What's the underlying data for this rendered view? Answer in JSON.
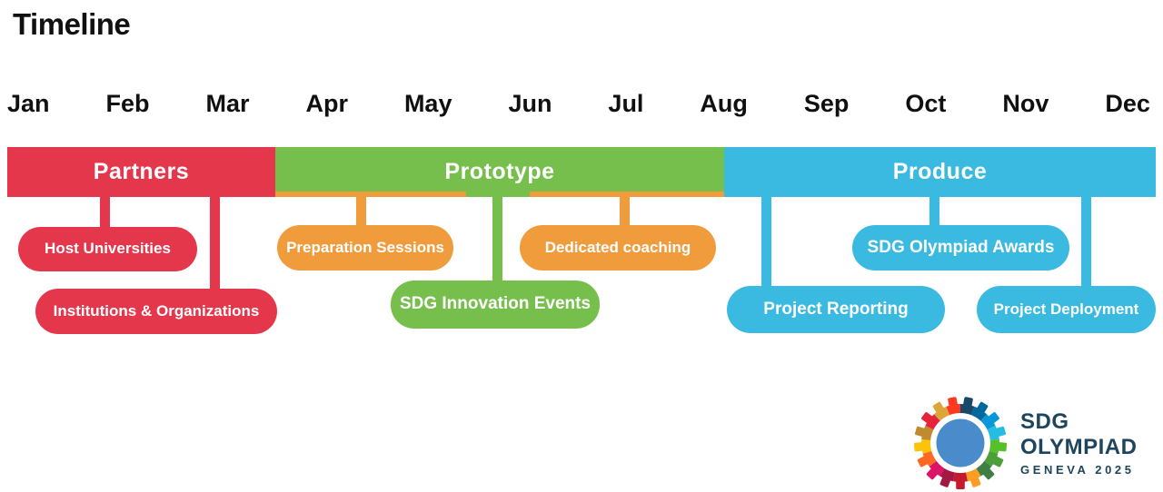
{
  "title": "Timeline",
  "months": {
    "labels": [
      "Jan",
      "Feb",
      "Mar",
      "Apr",
      "May",
      "Jun",
      "Jul",
      "Aug",
      "Sep",
      "Oct",
      "Nov",
      "Dec"
    ]
  },
  "phases": {
    "partners": {
      "label": "Partners",
      "color": "#E5374C"
    },
    "prototype": {
      "label": "Prototype",
      "color": "#77BF4D"
    },
    "produce": {
      "label": "Produce",
      "color": "#3ABAE0"
    }
  },
  "milestones": {
    "host_universities": {
      "label": "Host Universities",
      "color": "#E5374C"
    },
    "institutions_organizations": {
      "label": "Institutions & Organizations",
      "color": "#E5374C"
    },
    "preparation_sessions": {
      "label": "Preparation Sessions",
      "color": "#F09C3D"
    },
    "sdg_innovation_events": {
      "label": "SDG Innovation Events",
      "color": "#77BF4D"
    },
    "dedicated_coaching": {
      "label": "Dedicated coaching",
      "color": "#F09C3D"
    },
    "project_reporting": {
      "label": "Project Reporting",
      "color": "#3ABAE0"
    },
    "sdg_olympiad_awards": {
      "label": "SDG Olympiad Awards",
      "color": "#3ABAE0"
    },
    "project_deployment": {
      "label": "Project Deployment",
      "color": "#3ABAE0"
    }
  },
  "logo": {
    "line1": "SDG",
    "line2": "OLYMPIAD",
    "line3": "GENEVA 2025",
    "text_color": "#1E455E",
    "center_color": "#4A8CCB",
    "wheel_colors": [
      "#19486A",
      "#00689D",
      "#0A97D9",
      "#26BDE2",
      "#56C02B",
      "#4C9F38",
      "#3F7E44",
      "#FD9D24",
      "#C5192D",
      "#A21942",
      "#DD1367",
      "#FD6925",
      "#FCC30B",
      "#BF8B2E",
      "#E5243B",
      "#DDA63A",
      "#FF3A21"
    ]
  }
}
